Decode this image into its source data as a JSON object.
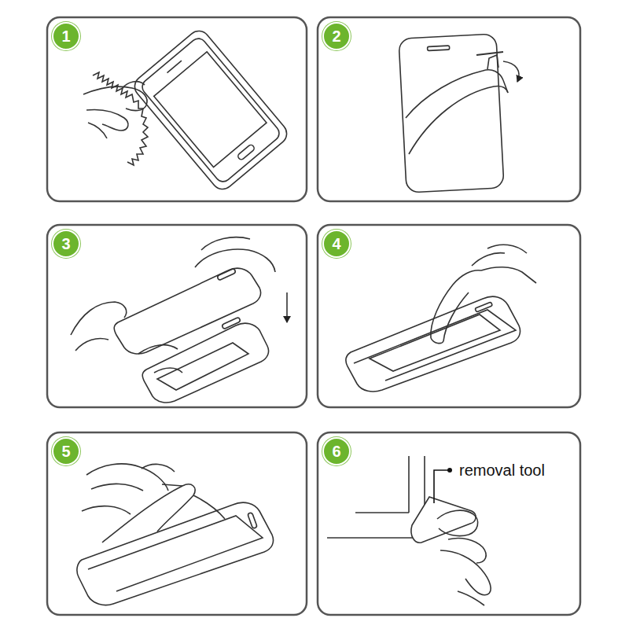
{
  "diagram": {
    "nodes": [
      {
        "text": [
          "1"
        ]
      },
      {
        "text": [
          "2"
        ]
      },
      {
        "text": [
          "3"
        ]
      },
      {
        "text": [
          "4"
        ]
      },
      {
        "text": [
          "5"
        ]
      },
      {
        "text": [
          "6"
        ]
      }
    ],
    "labels": [
      "removal tool"
    ]
  }
}
